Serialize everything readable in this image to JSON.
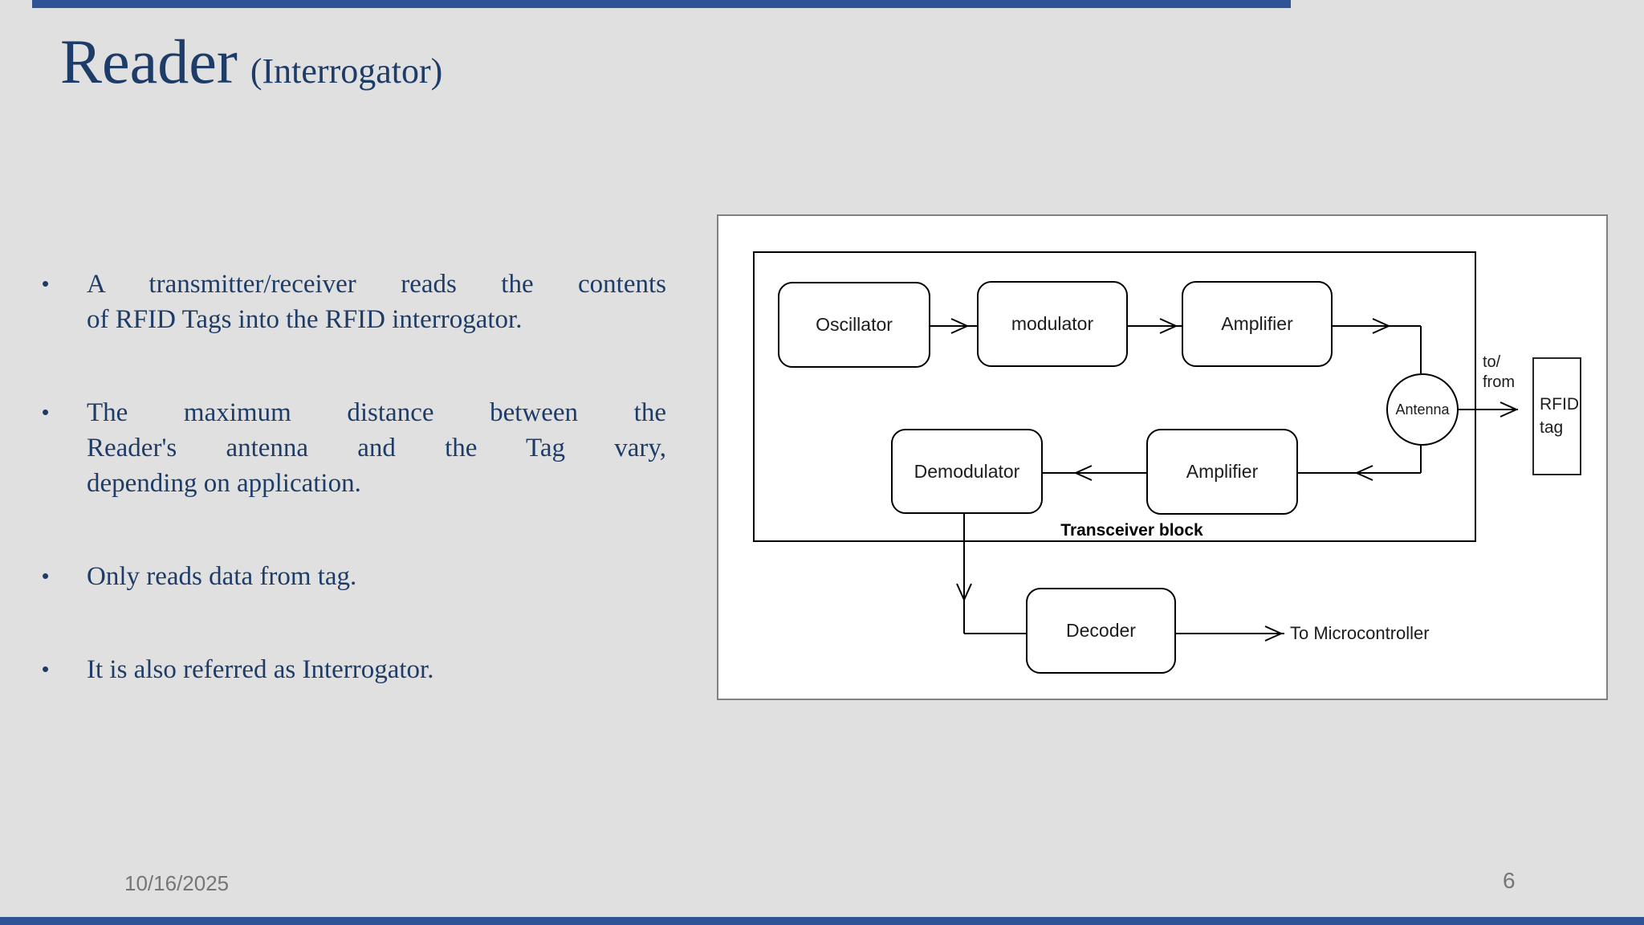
{
  "slide": {
    "background_color": "#E0E0E0",
    "accent_color": "#2E5496",
    "text_color": "#1E3C68",
    "title": "Reader",
    "title_suffix": "(Interrogator)",
    "bullet_char": "•",
    "bullets": [
      {
        "lines": [
          "A transmitter/receiver reads the contents",
          "of RFID Tags into the RFID interrogator."
        ]
      },
      {
        "lines": [
          "The maximum distance between the",
          "Reader's antenna and the Tag vary,",
          "depending on application."
        ]
      },
      {
        "lines": [
          "Only reads data from tag."
        ]
      },
      {
        "lines": [
          "It is also referred as Interrogator."
        ]
      }
    ],
    "footer": {
      "date": "10/16/2025",
      "page_number": "6"
    }
  },
  "diagram": {
    "blocks": {
      "oscillator": "Oscillator",
      "modulator": "modulator",
      "amplifier_tx": "Amplifier",
      "demodulator": "Demodulator",
      "amplifier_rx": "Amplifier",
      "decoder": "Decoder",
      "antenna": "Antenna",
      "rfid_tag_line1": "RFID",
      "rfid_tag_line2": "tag"
    },
    "labels": {
      "transceiver_block": "Transceiver block",
      "to_from_line1": "to/",
      "to_from_line2": "from",
      "to_microcontroller": "To Microcontroller"
    }
  }
}
